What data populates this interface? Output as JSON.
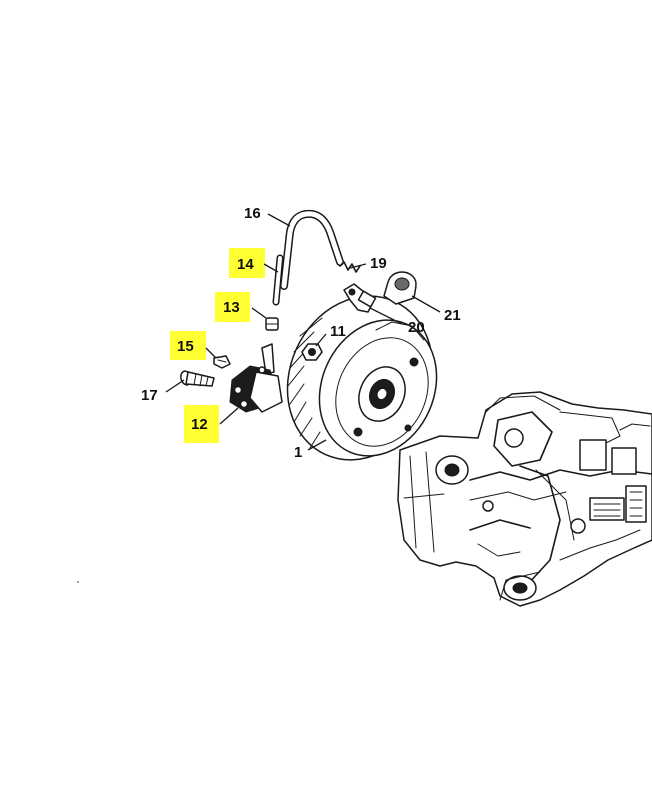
{
  "diagram": {
    "type": "exploded-parts-diagram",
    "highlight_color": "#ffff33",
    "line_color": "#1a1a1a",
    "callouts": [
      {
        "id": "c1",
        "label": "1",
        "highlighted": false
      },
      {
        "id": "c11",
        "label": "11",
        "highlighted": false
      },
      {
        "id": "c12",
        "label": "12",
        "highlighted": true
      },
      {
        "id": "c13",
        "label": "13",
        "highlighted": true
      },
      {
        "id": "c14",
        "label": "14",
        "highlighted": true
      },
      {
        "id": "c15",
        "label": "15",
        "highlighted": true
      },
      {
        "id": "c16",
        "label": "16",
        "highlighted": false
      },
      {
        "id": "c17",
        "label": "17",
        "highlighted": false
      },
      {
        "id": "c19",
        "label": "19",
        "highlighted": false
      },
      {
        "id": "c20",
        "label": "20",
        "highlighted": false
      },
      {
        "id": "c21",
        "label": "21",
        "highlighted": false
      }
    ]
  }
}
